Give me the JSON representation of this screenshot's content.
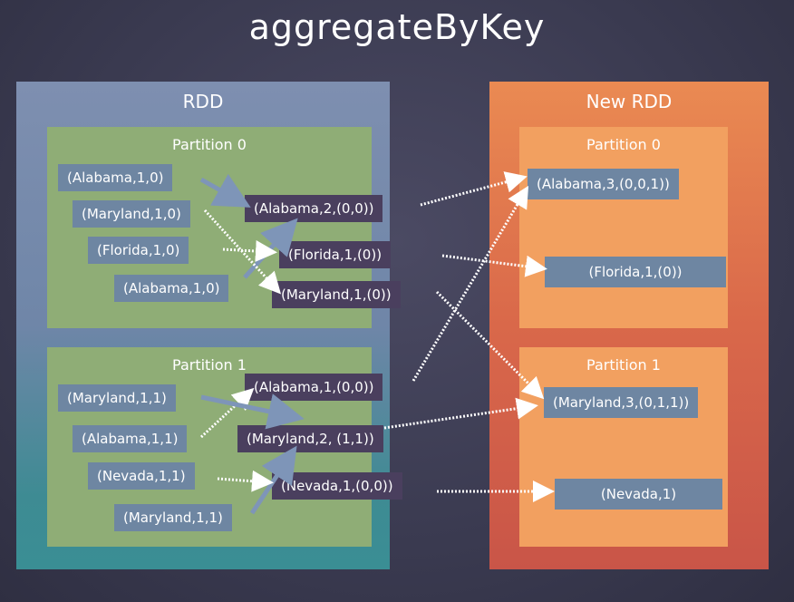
{
  "title": "aggregateByKey",
  "rdd": {
    "label": "RDD",
    "partition0": {
      "label": "Partition 0",
      "inputs": [
        "(Alabama,1,0)",
        "(Maryland,1,0)",
        "(Florida,1,0)",
        "(Alabama,1,0)"
      ],
      "outputs": [
        "(Alabama,2,(0,0))",
        "(Florida,1,(0))",
        "(Maryland,1,(0))"
      ]
    },
    "partition1": {
      "label": "Partition 1",
      "inputs": [
        "(Maryland,1,1)",
        "(Alabama,1,1)",
        "(Nevada,1,1)",
        "(Maryland,1,1)"
      ],
      "outputs": [
        "(Alabama,1,(0,0))",
        "(Maryland,2, (1,1))",
        "(Nevada,1,(0,0))"
      ]
    }
  },
  "new_rdd": {
    "label": "New RDD",
    "partition0": {
      "label": "Partition 0",
      "items": [
        "(Alabama,3,(0,0,1))",
        "(Florida,1,(0))"
      ]
    },
    "partition1": {
      "label": "Partition 1",
      "items": [
        "(Maryland,3,(0,1,1))",
        "(Nevada,1)"
      ]
    }
  },
  "colors": {
    "rdd_panel": "#7e8fb0",
    "new_rdd_panel": "#d9684a",
    "partition_green": "#8fad76",
    "partition_orange": "#f2a060",
    "input_box": "#6e86a2",
    "output_box": "#4a3f5e"
  }
}
